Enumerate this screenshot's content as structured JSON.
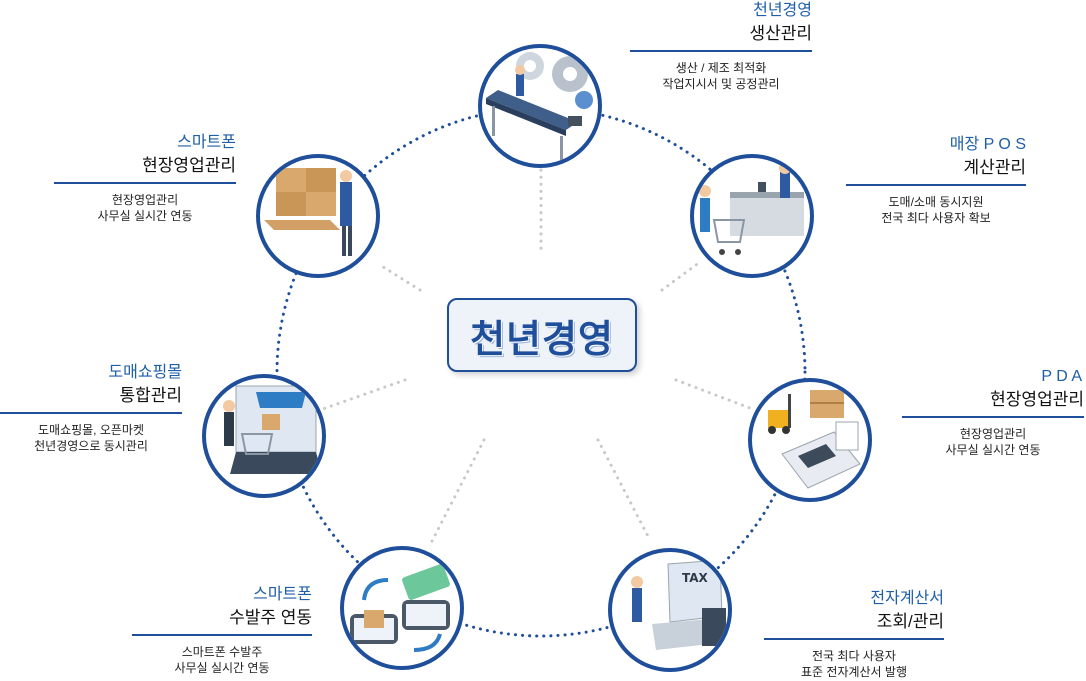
{
  "center": {
    "title": "천년경영"
  },
  "nodes": [
    {
      "id": "production",
      "title1": "천년경영",
      "title2": "생산관리",
      "desc1": "생산 / 제조 최적화",
      "desc2": "작업지시서 및 공정관리",
      "icon": "factory-conveyor-icon"
    },
    {
      "id": "pos",
      "title1": "매장 P O S",
      "title2": "계산관리",
      "desc1": "도매/소매 동시지원",
      "desc2": "전국 최다 사용자 확보",
      "icon": "store-checkout-icon"
    },
    {
      "id": "pda",
      "title1": "P D A",
      "title2": "현장영업관리",
      "desc1": "현장영업관리",
      "desc2": "사무실 실시간 연동",
      "icon": "pda-forklift-icon"
    },
    {
      "id": "etax",
      "title1": "전자계산서",
      "title2": "조회/관리",
      "desc1": "전국 최다 사용자",
      "desc2": "표준 전자계산서 발행",
      "icon": "tax-laptop-icon"
    },
    {
      "id": "mobile-order",
      "title1": "스마트폰",
      "title2": "수발주 연동",
      "desc1": "스마트폰 수발주",
      "desc2": "사무실 실시간 연동",
      "icon": "smartphone-transfer-icon"
    },
    {
      "id": "shopping",
      "title1": "도매쇼핑몰",
      "title2": "통합관리",
      "desc1": "도매쇼핑몰, 오픈마켓",
      "desc2": "천년경영으로 동시관리",
      "icon": "online-shop-icon"
    },
    {
      "id": "smartphone-sales",
      "title1": "스마트폰",
      "title2": "현장영업관리",
      "desc1": "현장영업관리",
      "desc2": "사무실 실시간 연동",
      "icon": "warehouse-boxes-icon"
    }
  ],
  "colors": {
    "primary": "#1f4e9a",
    "accent": "#1f5ea8",
    "dots": "#1f4e9a",
    "spokes": "#c8c8c8"
  }
}
